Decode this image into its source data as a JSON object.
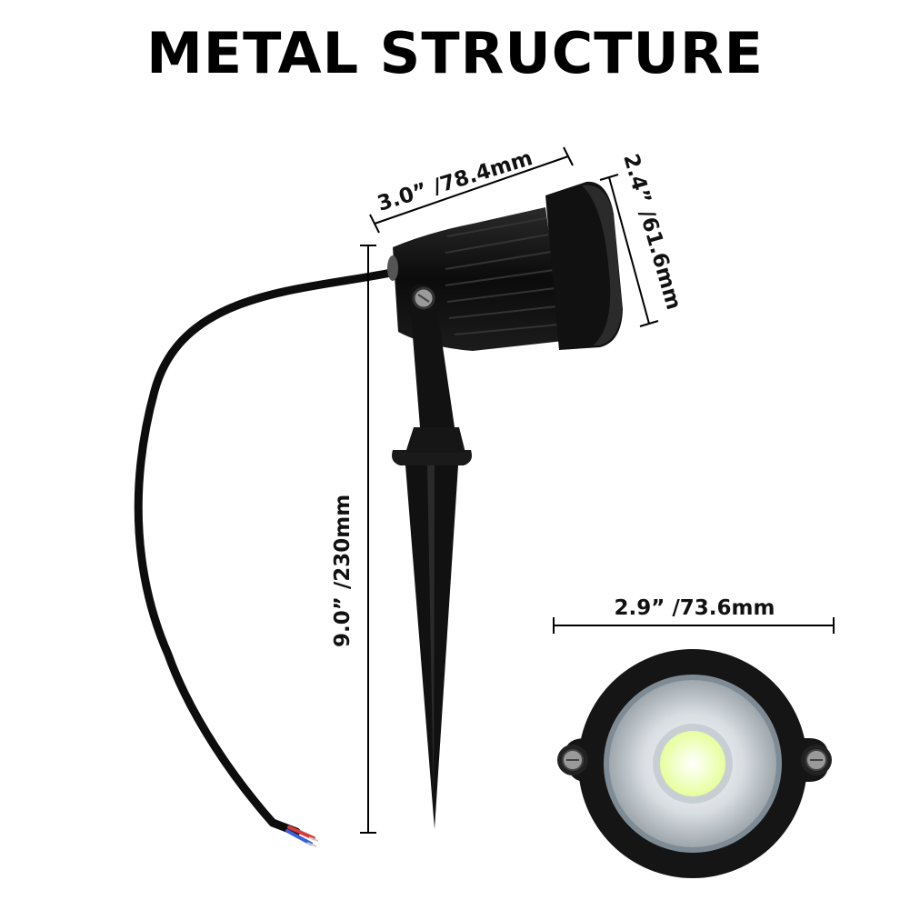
{
  "title": "METAL STRUCTURE",
  "dimensions": {
    "length": "3.0”  /78.4mm",
    "diameter": "2.4”  /61.6mm",
    "height": "9.0”  /230mm",
    "base_width": "2.9”  /73.6mm"
  },
  "colors": {
    "housing": "#0d0d0d",
    "led_chip": "#f4ffd6",
    "wire_red": "#d63a3a",
    "wire_blue": "#3a5fd6"
  }
}
